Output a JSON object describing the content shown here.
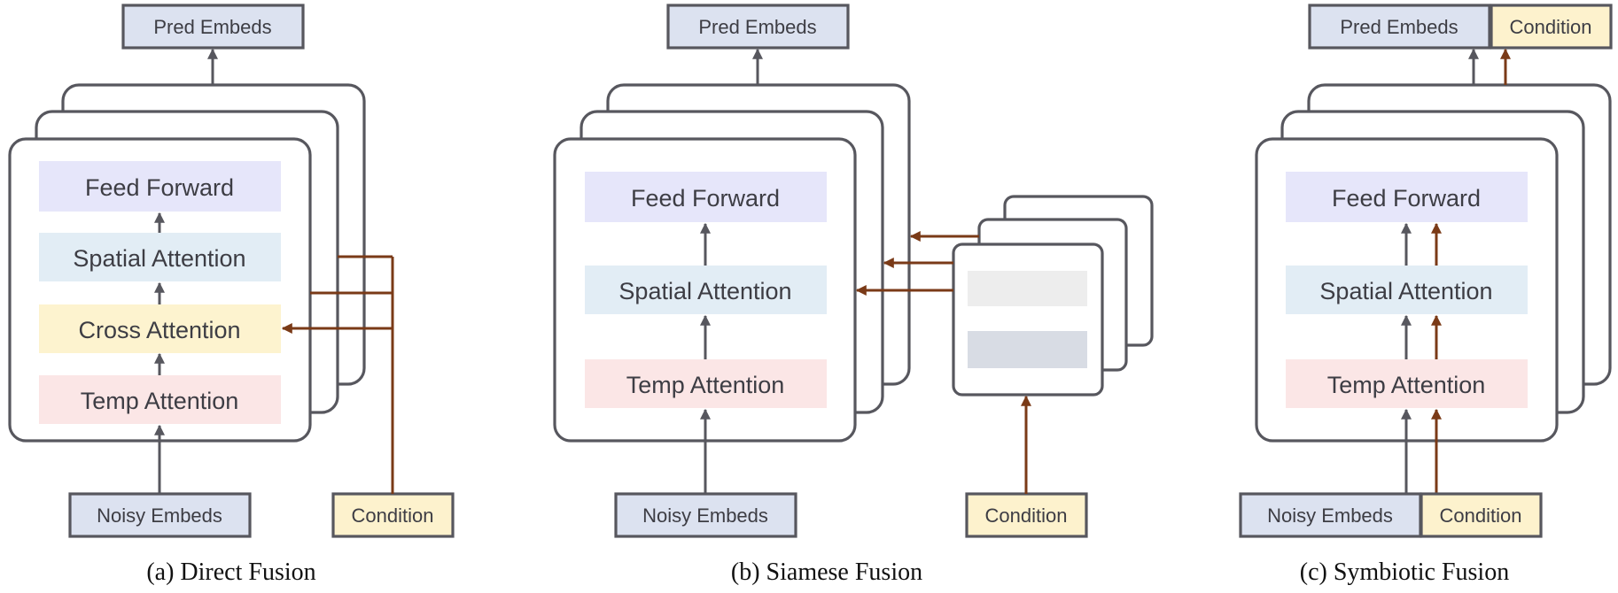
{
  "colors": {
    "feed_forward": "#e6e6fa",
    "spatial_attention": "#e2edf5",
    "cross_attention": "#fdf3cf",
    "temp_attention": "#fbe6e6",
    "embeds": "#dce2f0",
    "condition": "#fdf2cd",
    "placeholder_light": "#ededed",
    "placeholder_dark": "#d8dce4",
    "gray_arrow": "#57575e",
    "brown_arrow": "#7a3a17"
  },
  "panel_a": {
    "pred_embeds": "Pred Embeds",
    "feed_forward": "Feed Forward",
    "spatial_attention": "Spatial Attention",
    "cross_attention": "Cross Attention",
    "temp_attention": "Temp Attention",
    "noisy_embeds": "Noisy Embeds",
    "condition": "Condition",
    "caption": "(a) Direct Fusion"
  },
  "panel_b": {
    "pred_embeds": "Pred Embeds",
    "feed_forward": "Feed Forward",
    "spatial_attention": "Spatial Attention",
    "temp_attention": "Temp Attention",
    "noisy_embeds": "Noisy Embeds",
    "condition": "Condition",
    "caption": "(b) Siamese Fusion"
  },
  "panel_c": {
    "pred_embeds": "Pred Embeds",
    "condition_top": "Condition",
    "feed_forward": "Feed Forward",
    "spatial_attention": "Spatial Attention",
    "temp_attention": "Temp Attention",
    "noisy_embeds": "Noisy Embeds",
    "condition_bottom": "Condition",
    "caption": "(c) Symbiotic Fusion"
  }
}
